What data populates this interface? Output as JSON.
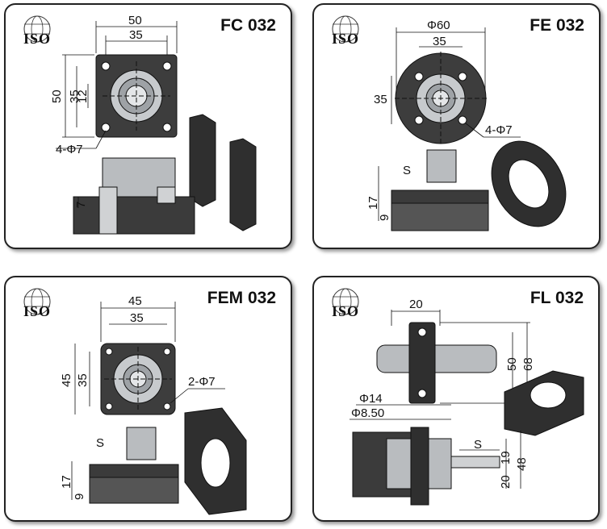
{
  "logo_text": "ISO",
  "panels": [
    {
      "code": "FC 032",
      "dims": {
        "top_outer": "50",
        "top_inner": "35",
        "left_outer": "50",
        "left_inner": "35",
        "left_small": "12",
        "holes": "4-Φ7",
        "plate_t": "7"
      }
    },
    {
      "code": "FE 032",
      "dims": {
        "top_outer": "Φ60",
        "top_inner": "35",
        "left_inner": "35",
        "holes": "4-Φ7",
        "stroke": "S",
        "h1": "17",
        "h2": "9"
      }
    },
    {
      "code": "FEM 032",
      "dims": {
        "top_outer": "45",
        "top_inner": "35",
        "left_outer": "45",
        "left_inner": "35",
        "holes": "2-Φ7",
        "stroke": "S",
        "h1": "17",
        "h2": "9"
      }
    },
    {
      "code": "FL 032",
      "dims": {
        "top": "20",
        "right_outer": "68",
        "right_inner": "50",
        "d1": "Φ14",
        "d2": "Φ8.50",
        "stroke": "S",
        "r1": "48",
        "r2": "20",
        "r3": "19"
      }
    }
  ],
  "colors": {
    "dark": "#3a3a3a",
    "metal": "#b8bcc0",
    "outline": "#111111"
  }
}
